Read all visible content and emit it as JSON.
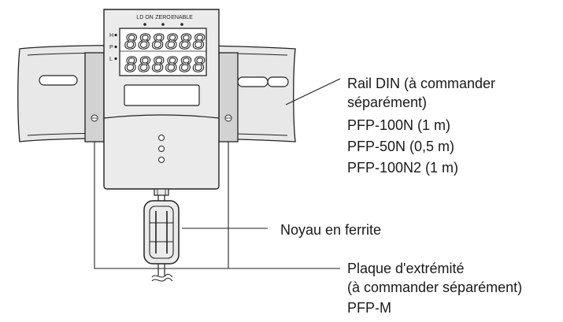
{
  "display": {
    "indicators": [
      "LD ON",
      "ZERO",
      "ENABLE"
    ],
    "row_letters": [
      "H",
      "P",
      "L"
    ],
    "digit_glyph": "8"
  },
  "callouts": {
    "rail": [
      "Rail DIN (à commander",
      "séparément)",
      "PFP-100N (1 m)",
      "PFP-50N (0,5 m)",
      "PFP-100N2 (1 m)"
    ],
    "ferrite": [
      "Noyau en ferrite"
    ],
    "end_plate": [
      "Plaque d'extrémité",
      "(à commander séparément)",
      "PFP-M"
    ]
  },
  "colors": {
    "line": "#222222",
    "rail_fill": "#e8e8e8",
    "body_fill": "#ebebeb",
    "clamp_fill": "#d2d2d2",
    "window_fill": "#ffffff"
  }
}
